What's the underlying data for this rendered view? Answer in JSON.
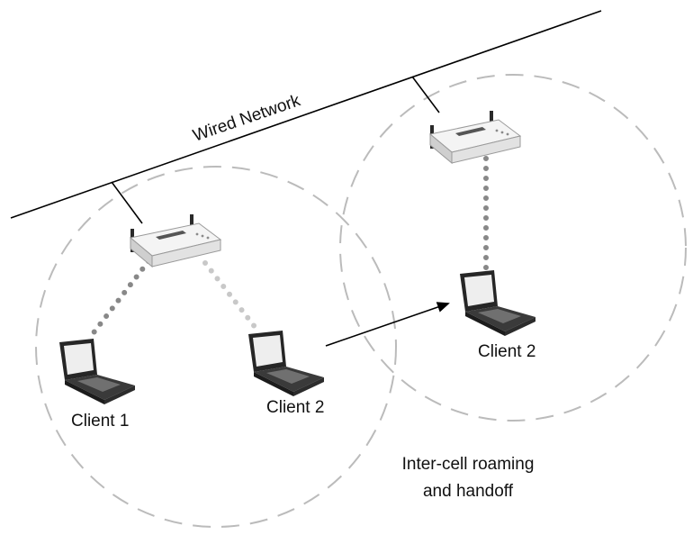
{
  "wired_network_label": "Wired Network",
  "clients": {
    "client1_label": "Client 1",
    "client2_label": "Client 2",
    "client2_roamed_label": "Client 2"
  },
  "roaming_caption": {
    "line1": "Inter-cell roaming",
    "line2": "and handoff"
  },
  "colors": {
    "wire": "#000000",
    "cell_boundary": "#bbbbbb",
    "link_dark": "#888888",
    "link_light": "#c8c8c8",
    "arrow": "#000000"
  },
  "icons": {
    "access_point": "wireless-access-point-icon",
    "client": "laptop-icon"
  }
}
